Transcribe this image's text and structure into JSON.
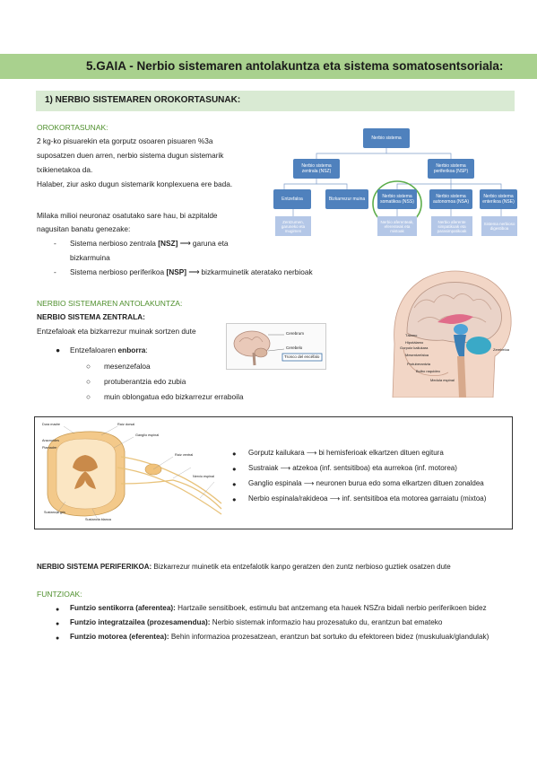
{
  "title": "5.GAIA - Nerbio sistemaren antolakuntza eta sistema somatosentsoriala:",
  "section1": "1) NERBIO SISTEMAREN OROKORTASUNAK:",
  "orokortasunak": {
    "heading": "OROKORTASUNAK:",
    "lines": [
      "2 kg-ko pisuarekin eta gorputz osoaren pisuaren %3a",
      "suposatzen duen arren, nerbio sistema dugun sistemarik",
      "txikienetakoa da.",
      "Halaber, ziur asko dugun sistemarik konplexuena ere bada."
    ],
    "para2": [
      "Milaka milioi neuronaz osatutako sare hau, bi azpitalde",
      "nagusitan banatu genezake:"
    ],
    "list": [
      {
        "pre": "Sistema nerbioso zentrala ",
        "tag": "[NSZ]",
        "post": " ⟶ garuna eta",
        "cont": "bizkarmuina"
      },
      {
        "pre": "Sistema nerbioso periferikoa ",
        "tag": "[NSP]",
        "post": " ⟶ bizkarmuinetik ateratako nerbioak",
        "cont": ""
      }
    ]
  },
  "org_chart": {
    "root": "Nerbio sistema",
    "l1": [
      "Nerbio sistema zentrala (NSZ)",
      "Nerbio sistema periferikoa (NSP)"
    ],
    "l2": [
      "Entzefaloa",
      "Bizkarrezur muina",
      "Nerbio sistema somatikoa (NSS)",
      "Nerbio sistema autonomoa (NSA)",
      "Nerbio sistema enterikoa (NSE)"
    ],
    "l3": [
      "Zentzumen, garuneko eta mugimen",
      "Nerbio aferenteak, eferenteak eta mistoak",
      "Nerbio aferente simpatikoak eta parasimpatikoak",
      "Sistema nerbioso digestiboa"
    ]
  },
  "antolakuntza": {
    "heading": "NERBIO SISTEMAREN ANTOLAKUNTZA:",
    "sub": "NERBIO SISTEMA ZENTRALA:",
    "intro": "Entzefaloak eta bizkarrezur muinak sortzen dute",
    "bullet_pre": "Entzefaloaren ",
    "bullet_bold": "enborra",
    "bullet_post": ":",
    "subitems": [
      "mesenzefaloa",
      "protuberantzia edo zubia",
      "muin oblongatua edo bizkarrezur erraboila"
    ]
  },
  "small_brain": {
    "labels": [
      "Cerebrum",
      "Cerebelo",
      "Tronco del encéfalo"
    ]
  },
  "brain_labels": [
    "Gorputz kailukara",
    "Tálamo",
    "Hipotálamo",
    "Mesentzefaloa",
    "Protuberantzia",
    "Bulbo raquideo",
    "Medula espinal",
    "Zerebeloa"
  ],
  "spinal": {
    "labels_left": [
      "Dura madre",
      "Aracnoides",
      "Piamadre",
      "Sustancia gris",
      "Sustancia blanca"
    ],
    "labels_right": [
      "Raíz dorsal",
      "Ganglio espinal",
      "Raíz ventral",
      "Nervio espinal"
    ],
    "bullets": [
      "Gorputz kailukara ⟶ bi hemisferioak elkartzen dituen egitura",
      "Sustraiak ⟶ atzekoa (inf. sentsitiboa) eta aurrekoa (inf. motorea)",
      "Ganglio espinala ⟶ neuronen burua edo soma elkartzen dituen zonaldea",
      "Nerbio espinala/rakideoa ⟶ inf. sentsitiboa eta motorea garraiatu (mixtoa)"
    ]
  },
  "periferikoa": {
    "label": "NERBIO SISTEMA PERIFERIKOA:",
    "text": " Bizkarrezur muinetik eta entzefalotik kanpo geratzen den zuntz nerbioso guztiek osatzen dute"
  },
  "funtzioak": {
    "heading": "FUNTZIOAK:",
    "items": [
      {
        "bold": "Funtzio sentikorra (aferentea):",
        "text": " Hartzaile sensitiboek, estimulu bat antzemang eta hauek NSZra bidali nerbio periferikoen bidez"
      },
      {
        "bold": "Funtzio integratzailea (prozesamendua):",
        "text": " Nerbio sistemak informazio hau prozesatuko du, erantzun bat emateko"
      },
      {
        "bold": "Funtzio motorea (eferentea):",
        "text": " Behin informazioa prozesatzean, erantzun bat sortuko du efektoreen bidez (muskuluak/glandulak)"
      }
    ]
  },
  "colors": {
    "title_bar": "#a9d18e",
    "section_bar": "#d9ead3",
    "heading_green": "#4e8f2c",
    "node_blue": "#4f81bd",
    "leaf_blue": "#b4c7e7"
  }
}
